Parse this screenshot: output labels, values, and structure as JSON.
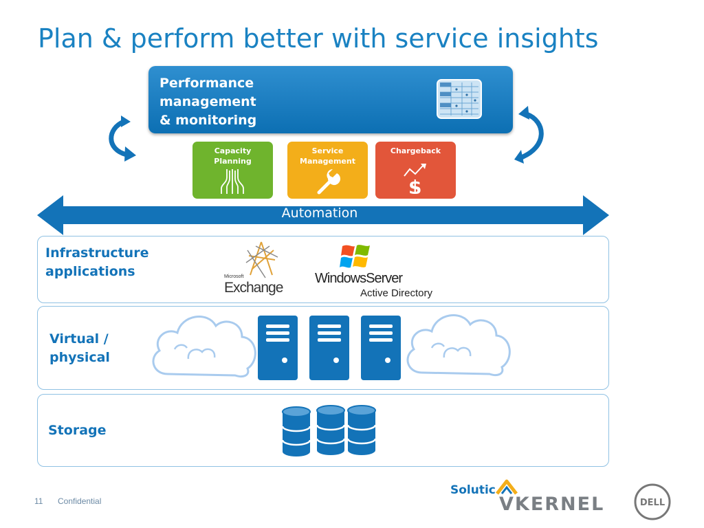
{
  "slide": {
    "title": "Plan & perform better with service insights",
    "page_number": "11",
    "confidential": "Confidential"
  },
  "colors": {
    "blue": "#1373b8",
    "capacity_green": "#6fb42d",
    "service_orange": "#f3ae1a",
    "chargeback_red": "#e2563a"
  },
  "performance": {
    "line1": "Performance",
    "line2": "management",
    "line3": "& monitoring",
    "icon": "grid-dashboard-icon"
  },
  "tiles": {
    "capacity": {
      "line1": "Capacity",
      "line2": "Planning",
      "icon": "capacity-funnel-icon"
    },
    "service": {
      "line1": "Service",
      "line2": "Management",
      "icon": "wrench-icon"
    },
    "chargeback": {
      "line1": "Chargeback",
      "icon": "dollar-trend-icon"
    }
  },
  "automation": {
    "label": "Automation"
  },
  "layers": {
    "infrastructure": {
      "line1": "Infrastructure",
      "line2": "applications",
      "exchange_small": "Microsoft",
      "exchange": "Exchange",
      "windows_server": "WindowsServer",
      "active_directory": "Active Directory"
    },
    "virtual": {
      "line1": "Virtual /",
      "line2": "physical"
    },
    "storage": {
      "label": "Storage"
    }
  },
  "branding": {
    "solution": "Solutic",
    "vkernel": "VKERNEL",
    "dell": "DELL"
  }
}
